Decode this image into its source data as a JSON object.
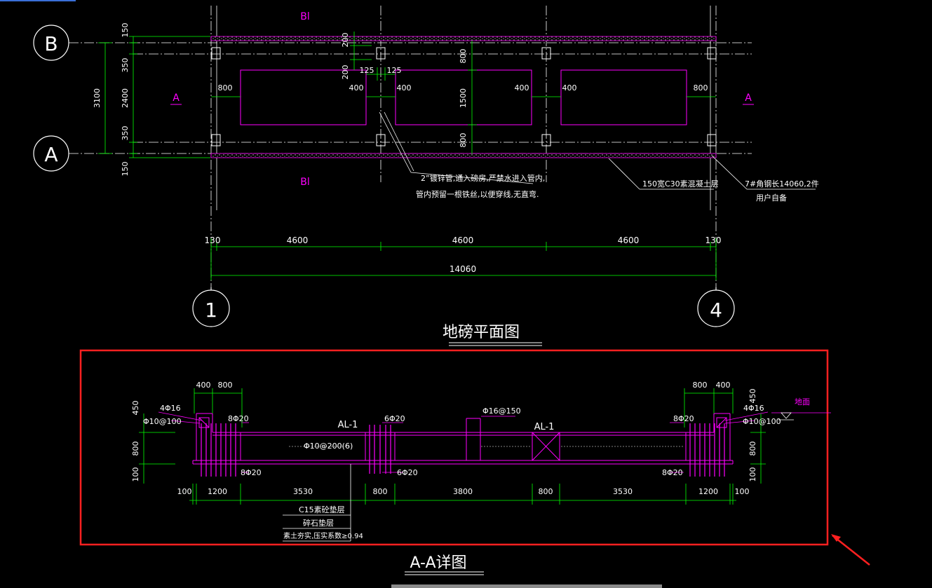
{
  "colors": {
    "background": "#000000",
    "white": "#ffffff",
    "green": "#00ff00",
    "magenta": "#ff00ff",
    "red": "#ff2020",
    "dim": "#9a9a9a"
  },
  "plan": {
    "axes": {
      "b": "B",
      "a": "A",
      "n1": "1",
      "n4": "4"
    },
    "section_marks": {
      "top": "Bl",
      "bottom": "Bl",
      "left": "A",
      "right": "A"
    },
    "left_dims": {
      "d150a": "150",
      "d350a": "350",
      "d2400": "2400",
      "d350b": "350",
      "d150b": "150",
      "total": "3100"
    },
    "top_dims": {
      "d200a": "200",
      "d200b": "200",
      "d125a": "125",
      "d125b": "125"
    },
    "inner_dims": {
      "d800a": "800",
      "d400a": "400",
      "d400b": "400",
      "d400c": "400",
      "d400d": "400",
      "d800b": "800",
      "v800a": "800",
      "v1500": "1500",
      "v800b": "800"
    },
    "bottom_dims": {
      "e130a": "130",
      "s4600a": "4600",
      "s4600b": "4600",
      "s4600c": "4600",
      "e130b": "130",
      "total": "14060"
    },
    "notes": {
      "pipe_line1": "2”镀锌管,通入磅房,严禁水进入管内,",
      "pipe_line2": "管内预留一根铁丝,以便穿线,无直弯.",
      "concrete": "150宽C30素混凝土层",
      "angle_line1": "7#角钢长14060,2件",
      "angle_line2": "用户自备"
    },
    "title": "地磅平面图"
  },
  "section": {
    "left": {
      "d400": "400",
      "d800": "800",
      "d450": "450",
      "r4016": "4Φ16",
      "r10at100": "Φ10@100",
      "v800": "800",
      "v100": "100",
      "r8020top": "8Φ20",
      "r8020bot": "8Φ20"
    },
    "right": {
      "d800": "800",
      "d400": "400",
      "d450": "450",
      "r4016": "4Φ16",
      "r10at100": "Φ10@100",
      "v800": "800",
      "v100": "100",
      "r8020top": "8Φ20",
      "r8020bot": "8Φ20",
      "ground": "地面"
    },
    "middle": {
      "al1a": "AL-1",
      "al1b": "AL-1",
      "r6020top": "6Φ20",
      "r6020bot": "6Φ20",
      "r16at150": "Φ16@150",
      "r10at200": "Φ10@200(6)"
    },
    "bottom_dims": {
      "a100": "100",
      "a1200": "1200",
      "a3530": "3530",
      "a800": "800",
      "a3800": "3800",
      "b800": "800",
      "b3530": "3530",
      "b1200": "1200",
      "b100": "100"
    },
    "layers": {
      "l1": "C15素砼垫层",
      "l2": "碎石垫层",
      "l3": "素土夯实,压实系数≥0.94"
    },
    "title": "A-A详图"
  }
}
